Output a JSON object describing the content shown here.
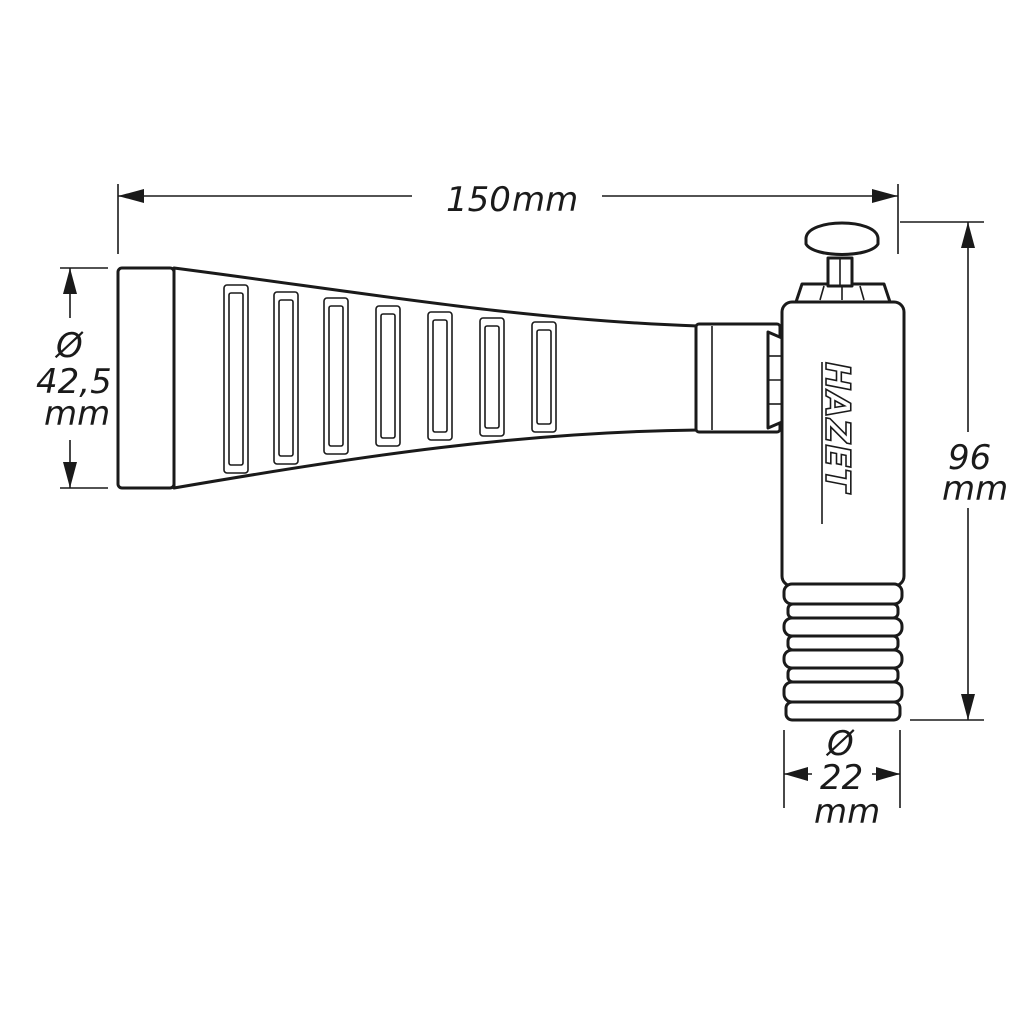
{
  "brand": "HAZET",
  "dimensions": {
    "length": {
      "value": "150",
      "unit": "mm"
    },
    "height": {
      "value": "96",
      "unit": "mm"
    },
    "horn_diameter": {
      "symbol": "Ø",
      "value": "42,5",
      "unit": "mm"
    },
    "body_diameter": {
      "symbol": "Ø",
      "value": "22",
      "unit": "mm"
    }
  }
}
